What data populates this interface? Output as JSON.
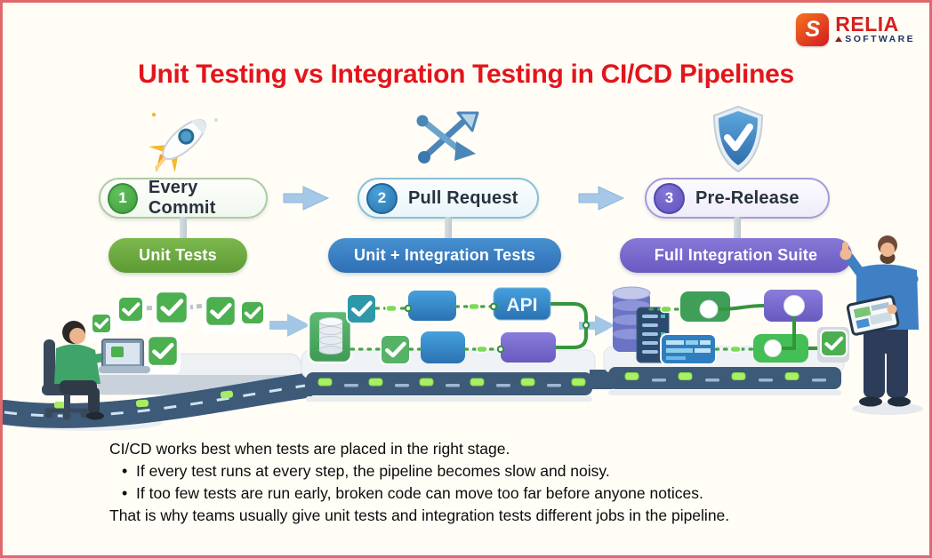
{
  "brand": {
    "initial": "S",
    "name": "RELIA",
    "sub": "SOFTWARE"
  },
  "title": "Unit Testing vs Integration Testing in CI/CD Pipelines",
  "stages": [
    {
      "number": "1",
      "label": "Every Commit",
      "badge": "Unit Tests",
      "icon": "rocket-icon",
      "accent": "#4caf50",
      "badge_color": "#6da341"
    },
    {
      "number": "2",
      "label": "Pull Request",
      "badge": "Unit + Integration Tests",
      "icon": "merge-arrows-icon",
      "accent": "#3186c2",
      "badge_color": "#3a7fc1"
    },
    {
      "number": "3",
      "label": "Pre-Release",
      "badge": "Full Integration Suite",
      "icon": "shield-check-icon",
      "accent": "#6f62c9",
      "badge_color": "#7567cd"
    }
  ],
  "illustration": {
    "api_label": "API"
  },
  "footer": {
    "intro": "CI/CD works best when tests are placed in the right stage.",
    "bullets": [
      "If every test runs at every step, the pipeline becomes slow and noisy.",
      "If too few tests are run early, broken code can move too far before anyone notices."
    ],
    "outro": "That is why teams usually give unit tests and integration tests different jobs in the pipeline."
  },
  "colors": {
    "title": "#e3151c",
    "background": "#fffdf6",
    "frame_border": "#e0696b",
    "road": "#3d5a78",
    "light_green": "#a8ec62",
    "arrow_blue": "#a6c8e8"
  }
}
